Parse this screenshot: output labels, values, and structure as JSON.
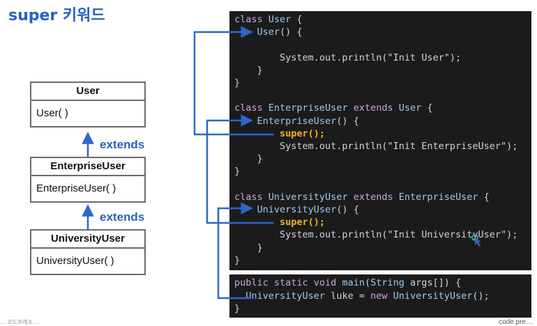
{
  "title": "super 키워드",
  "uml": {
    "user": {
      "name": "User",
      "method": "User( )"
    },
    "enterprise": {
      "name": "EnterpriseUser",
      "method": "EnterpriseUser( )"
    },
    "university": {
      "name": "UniversityUser",
      "method": "UniversityUser( )"
    },
    "extends_label": "extends"
  },
  "code": {
    "main_panel": [
      [
        [
          "class ",
          "kw"
        ],
        [
          "User",
          "ty"
        ],
        [
          " {",
          "plain"
        ]
      ],
      [
        [
          "    ",
          "plain"
        ],
        [
          "User",
          "fn"
        ],
        [
          "() {",
          "plain"
        ]
      ],
      [],
      [
        [
          "        System.out.println(\"Init User\");",
          "str"
        ]
      ],
      [
        [
          "    }",
          "plain"
        ]
      ],
      [
        [
          "}",
          "plain"
        ]
      ],
      [],
      [
        [
          "class ",
          "kw"
        ],
        [
          "EnterpriseUser",
          "ty"
        ],
        [
          " extends ",
          "kw"
        ],
        [
          "User",
          "ty"
        ],
        [
          " {",
          "plain"
        ]
      ],
      [
        [
          "    ",
          "plain"
        ],
        [
          "EnterpriseUser",
          "fn"
        ],
        [
          "() {",
          "plain"
        ]
      ],
      [
        [
          "        ",
          "plain"
        ],
        [
          "super();",
          "sup"
        ]
      ],
      [
        [
          "        System.out.println(\"Init EnterpriseUser\");",
          "str"
        ]
      ],
      [
        [
          "    }",
          "plain"
        ]
      ],
      [
        [
          "}",
          "plain"
        ]
      ],
      [],
      [
        [
          "class ",
          "kw"
        ],
        [
          "UniversityUser",
          "ty"
        ],
        [
          " extends ",
          "kw"
        ],
        [
          "EnterpriseUser",
          "ty"
        ],
        [
          " {",
          "plain"
        ]
      ],
      [
        [
          "    ",
          "plain"
        ],
        [
          "UniversityUser",
          "fn"
        ],
        [
          "() {",
          "plain"
        ]
      ],
      [
        [
          "        ",
          "plain"
        ],
        [
          "super();",
          "sup"
        ]
      ],
      [
        [
          "        System.out.println(\"Init UniversityUser\");",
          "str"
        ]
      ],
      [
        [
          "    }",
          "plain"
        ]
      ],
      [
        [
          "}",
          "plain"
        ]
      ]
    ],
    "main_method_panel": [
      [
        [
          "public static void ",
          "kw"
        ],
        [
          "main",
          "fn"
        ],
        [
          "(",
          "plain"
        ],
        [
          "String",
          "ty"
        ],
        [
          " args[]) {",
          "plain"
        ]
      ],
      [
        [
          "  ",
          "plain"
        ],
        [
          "UniversityUser",
          "ty"
        ],
        [
          " luke = ",
          "plain"
        ],
        [
          "new ",
          "kw"
        ],
        [
          "UniversityUser",
          "ty"
        ],
        [
          "();",
          "plain"
        ]
      ],
      [
        [
          "}",
          "plain"
        ]
      ]
    ]
  },
  "footer": {
    "left": "… 코드프레소 …",
    "right": "code pre…"
  },
  "colors": {
    "accent": "#2563c4",
    "arrow": "#2f66c8",
    "code_bg": "#1b1b1b",
    "super_highlight": "#f0b429"
  }
}
